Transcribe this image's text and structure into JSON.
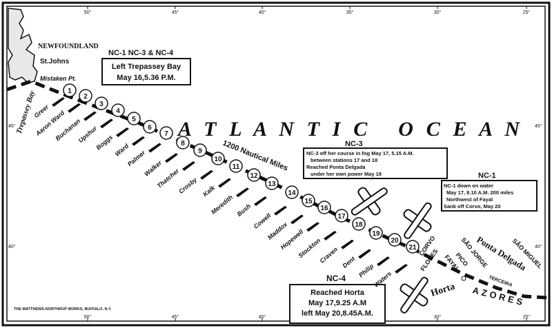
{
  "colors": {
    "ink": "#111111",
    "paper": "#ffffff",
    "land": "#e8e8e8"
  },
  "longitude_labels": [
    "50°",
    "45°",
    "40°",
    "35°",
    "30°",
    "25°"
  ],
  "latitude_labels": [
    "45°",
    "40°"
  ],
  "places": {
    "newfoundland": "NEWFOUNDLAND",
    "st_johns": "St.Johns",
    "mistaken_pt": "Mistaken Pt.",
    "trepassey_bay": "Trepassey Bay",
    "ocean": "A T L A N T I C   O C E A N",
    "distance": "1200 Nautical Miles",
    "corvo": "CORVO",
    "flores": "FLORES",
    "sao_jorge": "SÃO JORGE",
    "pico": "PICO",
    "fayal": "FAYAL",
    "terceira": "TERCEIRA",
    "ponta_delgada": "Ponta Delgada",
    "sao_miguel": "SÃO MIGUEL",
    "horta": "Horta",
    "azores": "AZORES"
  },
  "start_box": {
    "heading": "NC-1 NC-3 & NC-4",
    "line1": "Left Trepassey Bay",
    "line2": "May 16,5.36 P.M."
  },
  "nc3_box": {
    "heading": "NC-3",
    "line1": "NC-3 off her course in fog May 17, 5.15 A.M.",
    "line2": "between stations 17 and 18",
    "line3": "Reached Ponta Delgada",
    "line4": "under her own power May 19"
  },
  "nc1_box": {
    "heading": "NC-1",
    "line1": "NC-1 down on water",
    "line2": "May 17, 8.10 A.M. 200 miles",
    "line3": "Northwest of Fayal",
    "line4": "Sank off Corvo, May 20"
  },
  "nc4_box": {
    "heading": "NC-4",
    "line1": "Reached Horta",
    "line2": "May 17,9.25 A.M",
    "line3": "left May 20,8.45A.M."
  },
  "stations": [
    "1",
    "2",
    "3",
    "4",
    "5",
    "6",
    "7",
    "8",
    "9",
    "10",
    "11",
    "12",
    "13",
    "14",
    "15",
    "16",
    "17",
    "18",
    "19",
    "20",
    "21"
  ],
  "ships": [
    "Greer",
    "Aaron Ward",
    "Buchanan",
    "Upshur",
    "Boggs",
    "Ward",
    "Palmer",
    "Walker",
    "Thatcher",
    "Crosby",
    "Kalk",
    "Meredith",
    "Bush",
    "Cowell",
    "Maddox",
    "Hopewell",
    "Stockton",
    "Craven",
    "Dent",
    "Philip",
    "Waters"
  ],
  "credit": "THE MATTHEWS-NORTHRUP WORKS, BUFFALO, N.Y."
}
